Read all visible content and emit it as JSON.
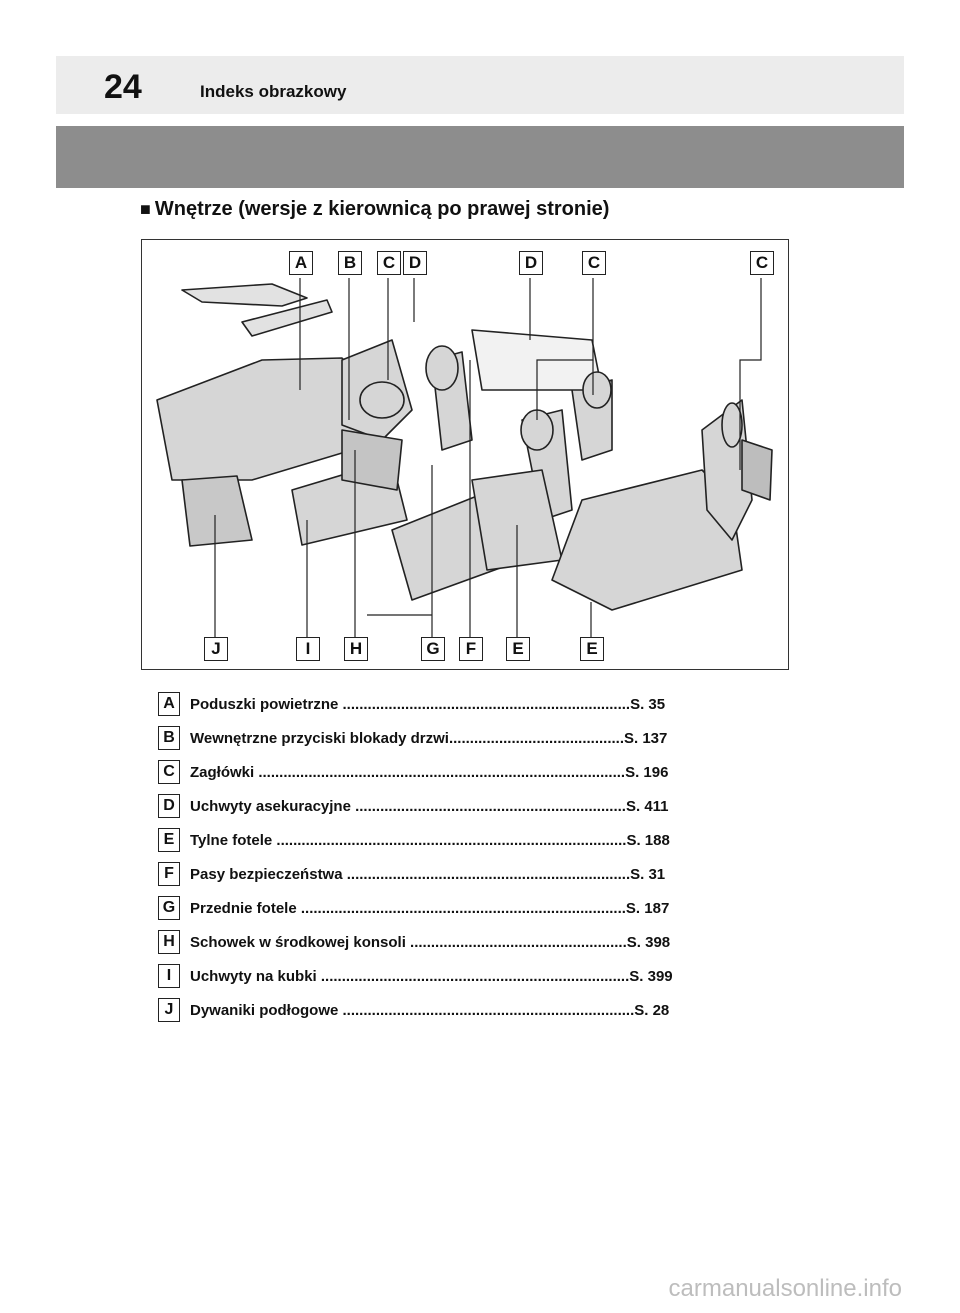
{
  "header": {
    "page_number": "24",
    "title": "Indeks obrazkowy"
  },
  "section": {
    "marker": "■",
    "title": "Wnętrze (wersje z kierownicą po prawej stronie)"
  },
  "figure": {
    "top_labels": [
      "A",
      "B",
      "C",
      "D",
      "D",
      "C",
      "C"
    ],
    "bottom_labels": [
      "J",
      "I",
      "H",
      "G",
      "F",
      "E",
      "E"
    ]
  },
  "index": [
    {
      "letter": "A",
      "text": "Poduszki powietrzne .....................................................................S. 35"
    },
    {
      "letter": "B",
      "text": "Wewnętrzne przyciski blokady drzwi..........................................S. 137"
    },
    {
      "letter": "C",
      "text": "Zagłówki ........................................................................................S. 196"
    },
    {
      "letter": "D",
      "text": "Uchwyty asekuracyjne .................................................................S. 411"
    },
    {
      "letter": "E",
      "text": "Tylne fotele ....................................................................................S. 188"
    },
    {
      "letter": "F",
      "text": "Pasy bezpieczeństwa ....................................................................S. 31"
    },
    {
      "letter": "G",
      "text": "Przednie fotele ..............................................................................S. 187"
    },
    {
      "letter": "H",
      "text": "Schowek w środkowej konsoli ....................................................S. 398"
    },
    {
      "letter": "I",
      "text": "Uchwyty na kubki ..........................................................................S. 399"
    },
    {
      "letter": "J",
      "text": "Dywaniki podłogowe ......................................................................S. 28"
    }
  ],
  "watermark": "carmanualsonline.info"
}
